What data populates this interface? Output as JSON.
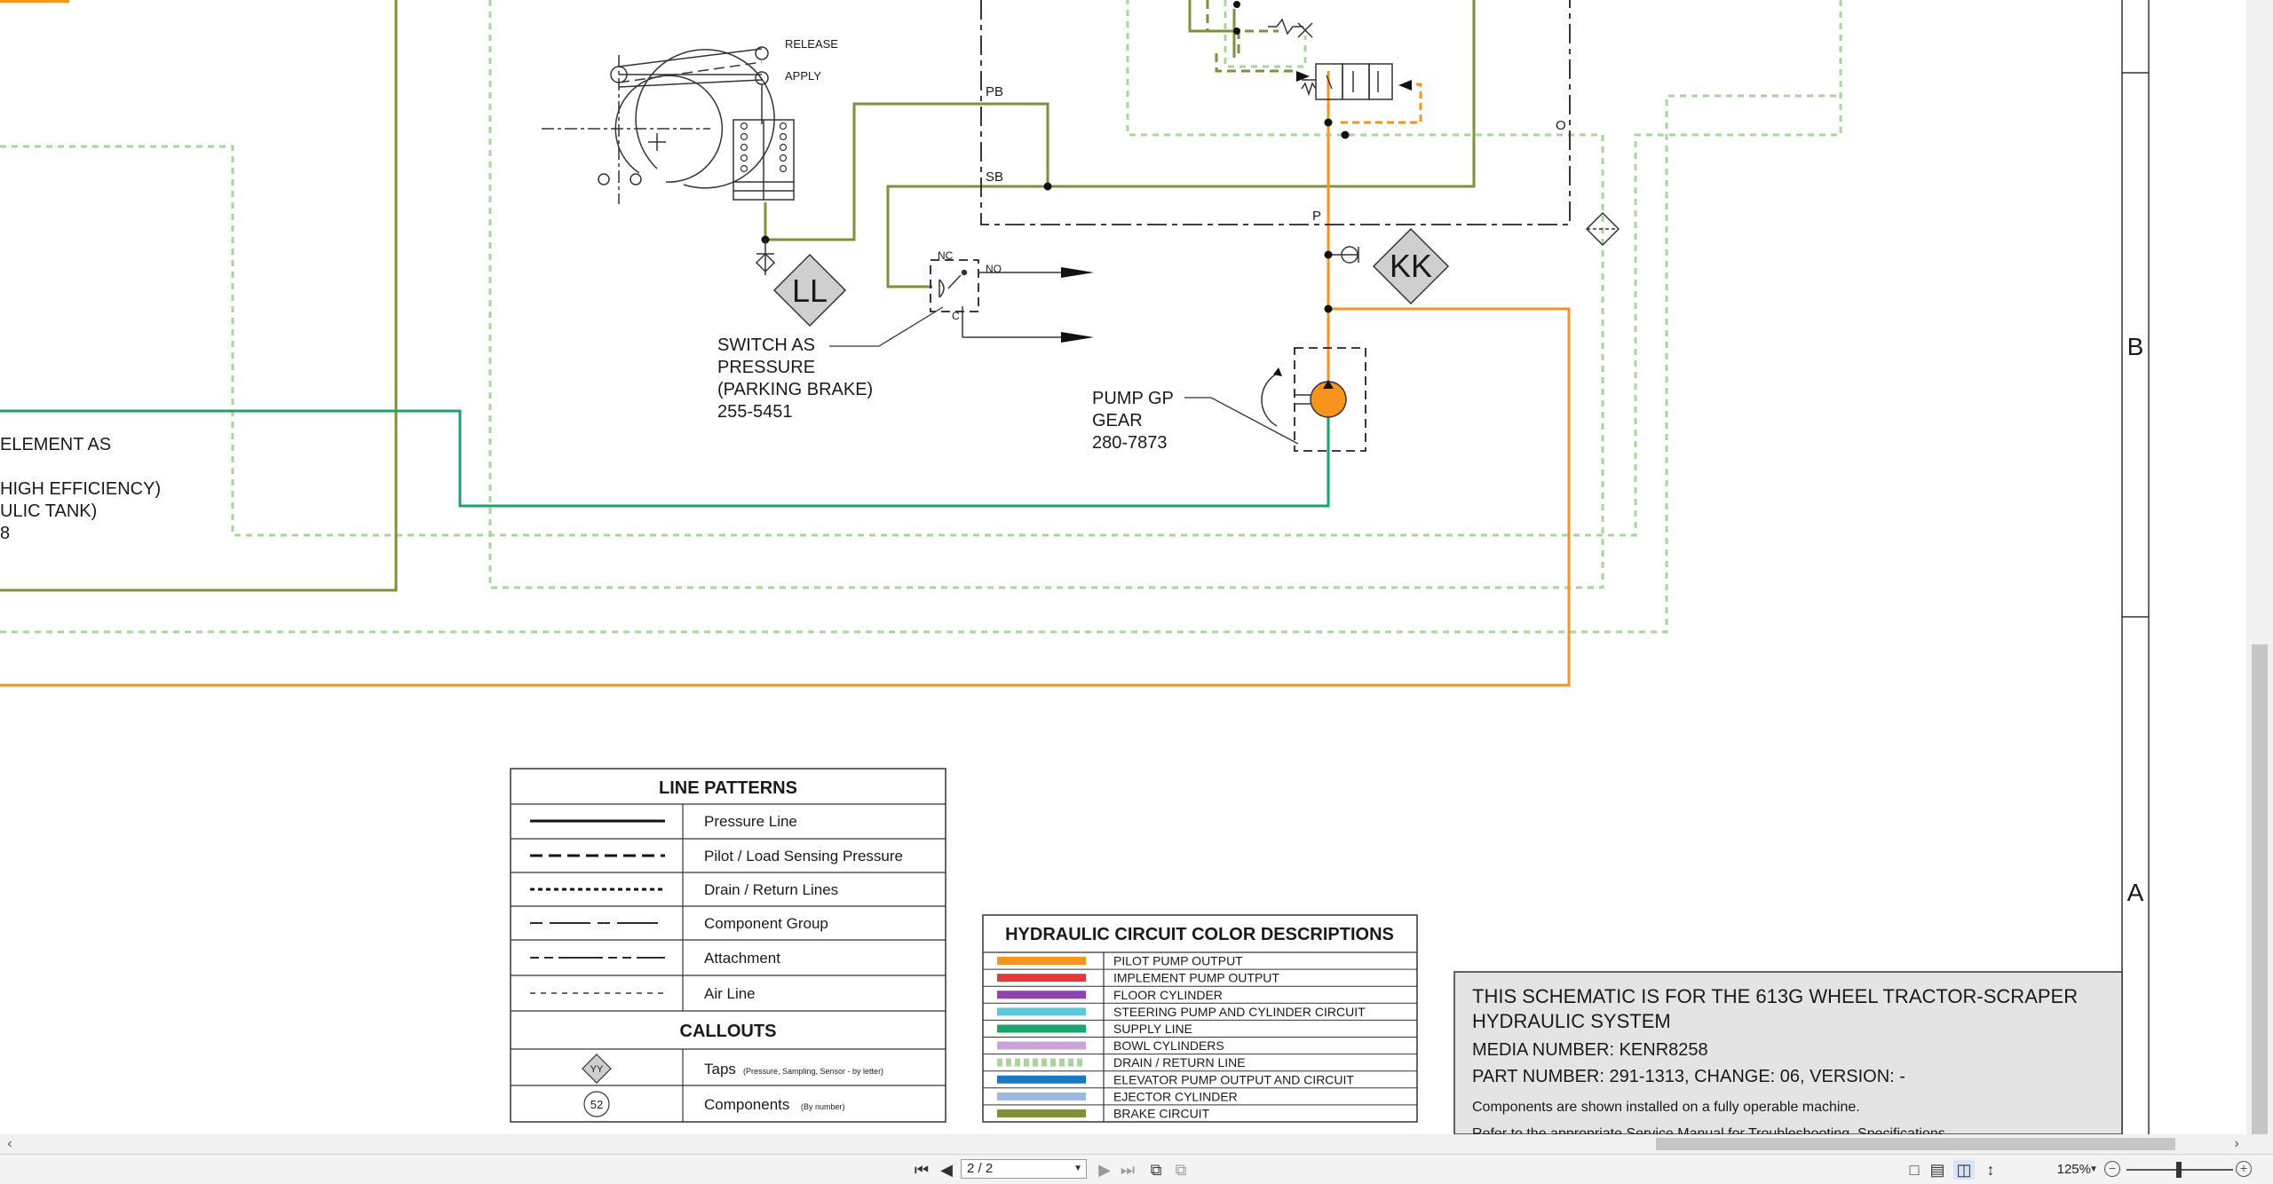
{
  "components": {
    "release_label": "RELEASE",
    "apply_label": "APPLY",
    "pb_label": "PB",
    "sb_label": "SB",
    "p_label": "P",
    "o_label": "O",
    "nc_label": "NC",
    "no_label": "NO",
    "c_label": "C",
    "ll_tap": "LL",
    "kk_tap": "KK",
    "switch_lines": [
      "SWITCH AS",
      "PRESSURE",
      "(PARKING BRAKE)",
      "255-5451"
    ],
    "pump_lines": [
      "PUMP GP",
      "GEAR",
      "280-7873"
    ],
    "element_lines": [
      "ELEMENT AS",
      "HIGH EFFICIENCY)",
      "ULIC TANK)",
      "8"
    ]
  },
  "zones": {
    "b": "B",
    "a": "A"
  },
  "line_patterns": {
    "title": "LINE PATTERNS",
    "rows": [
      "Pressure Line",
      "Pilot / Load Sensing Pressure",
      "Drain / Return Lines",
      "Component Group",
      "Attachment",
      "Air Line"
    ],
    "callouts_title": "CALLOUTS",
    "tap_symbol": "YY",
    "tap_label": "Taps",
    "tap_note": "(Pressure, Sampling, Sensor - by letter)",
    "component_symbol": "52",
    "component_label": "Components",
    "component_note": "(By number)"
  },
  "color_descriptions": {
    "title": "HYDRAULIC CIRCUIT COLOR DESCRIPTIONS",
    "rows": [
      {
        "label": "PILOT PUMP OUTPUT",
        "color": "#f7941d",
        "style": "solid"
      },
      {
        "label": "IMPLEMENT PUMP OUTPUT",
        "color": "#e03a3a",
        "style": "solid"
      },
      {
        "label": "FLOOR CYLINDER",
        "color": "#8e44ad",
        "style": "solid"
      },
      {
        "label": "STEERING PUMP AND CYLINDER CIRCUIT",
        "color": "#5ec8d8",
        "style": "solid"
      },
      {
        "label": "SUPPLY LINE",
        "color": "#1aa36b",
        "style": "solid"
      },
      {
        "label": "BOWL CYLINDERS",
        "color": "#c9a3d9",
        "style": "solid"
      },
      {
        "label": "DRAIN / RETURN LINE",
        "color": "#a8d59a",
        "style": "dotted"
      },
      {
        "label": "ELEVATOR PUMP OUTPUT AND CIRCUIT",
        "color": "#1a78c2",
        "style": "solid"
      },
      {
        "label": "EJECTOR CYLINDER",
        "color": "#9ab8e0",
        "style": "solid"
      },
      {
        "label": "BRAKE CIRCUIT",
        "color": "#7f8f3a",
        "style": "solid"
      }
    ]
  },
  "title_block": {
    "line1": "THIS SCHEMATIC IS FOR THE 613G WHEEL TRACTOR-SCRAPER",
    "line2": "HYDRAULIC SYSTEM",
    "media": "MEDIA NUMBER: KENR8258",
    "part": "PART NUMBER: 291-1313, CHANGE: 06, VERSION: -",
    "note1": "Components are shown installed on a fully operable machine.",
    "note2": "Refer to the appropriate Service Manual for Troubleshooting, Specifications"
  },
  "toolbar": {
    "page_value": "2 / 2",
    "zoom_value": "125%"
  },
  "colors": {
    "brake": "#7f8f3a",
    "pilot": "#f7941d",
    "supply": "#1aa36b",
    "drain": "#a8d59a"
  }
}
